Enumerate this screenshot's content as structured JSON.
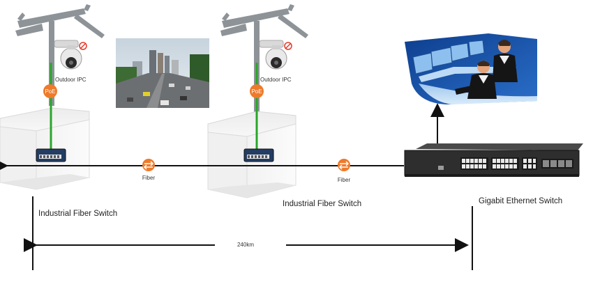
{
  "diagram": {
    "left_site": {
      "camera_label": "Outdoor IPC",
      "poe_label": "PoE",
      "switch_label": "Industrial Fiber Switch"
    },
    "middle_site": {
      "camera_label": "Outdoor IPC",
      "poe_label": "PoE",
      "switch_label": "Industrial Fiber Switch"
    },
    "core": {
      "switch_label": "Gigabit Ethernet Switch"
    },
    "links": {
      "fiber_label_1": "Fiber",
      "fiber_label_2": "Fiber"
    },
    "distance_label": "240km",
    "colors": {
      "poe_badge": "#ee7a2a",
      "pole_cable": "#2aa52a",
      "backbone": "#111111",
      "monitor_room": "#1a4fa0"
    }
  }
}
